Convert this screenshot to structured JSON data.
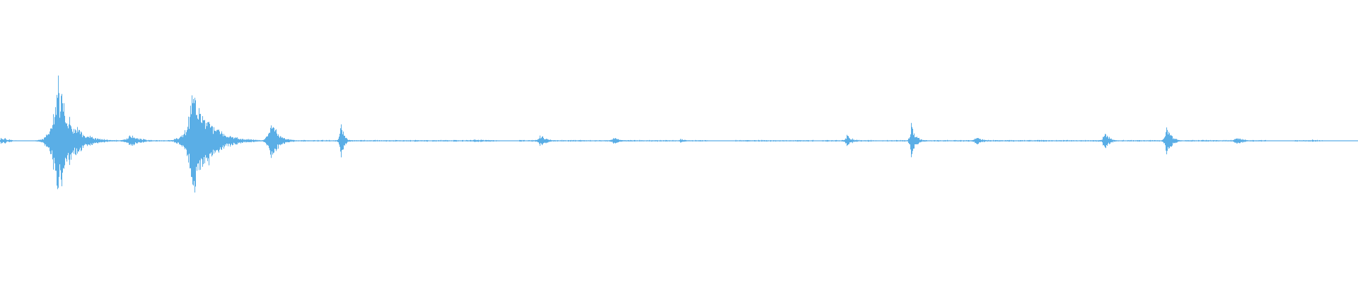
{
  "waveform": {
    "color": "#5aaee6",
    "background": "#ffffff",
    "duration_units": 1920,
    "peak_scale": 1.0,
    "bursts": [
      {
        "t": 2,
        "amp": 0.06,
        "spread": 10
      },
      {
        "t": 80,
        "amp": 1.0,
        "spread": 18
      },
      {
        "t": 183,
        "amp": 0.1,
        "spread": 14
      },
      {
        "t": 273,
        "amp": 0.91,
        "spread": 22
      },
      {
        "t": 382,
        "amp": 0.36,
        "spread": 10
      },
      {
        "t": 481,
        "amp": 0.38,
        "spread": 4
      },
      {
        "t": 670,
        "amp": 0.02,
        "spread": 40
      },
      {
        "t": 763,
        "amp": 0.11,
        "spread": 8
      },
      {
        "t": 868,
        "amp": 0.06,
        "spread": 10
      },
      {
        "t": 962,
        "amp": 0.03,
        "spread": 8
      },
      {
        "t": 1197,
        "amp": 0.09,
        "spread": 8
      },
      {
        "t": 1288,
        "amp": 0.26,
        "spread": 6
      },
      {
        "t": 1380,
        "amp": 0.06,
        "spread": 10
      },
      {
        "t": 1468,
        "amp": 0.02,
        "spread": 6
      },
      {
        "t": 1561,
        "amp": 0.18,
        "spread": 6
      },
      {
        "t": 1649,
        "amp": 0.3,
        "spread": 6
      },
      {
        "t": 1748,
        "amp": 0.06,
        "spread": 10
      },
      {
        "t": 1855,
        "amp": 0.02,
        "spread": 6
      }
    ],
    "silent_gaps": [
      [
        12,
        66
      ],
      [
        100,
        140
      ],
      [
        200,
        208
      ],
      [
        402,
        410
      ],
      [
        700,
        734
      ],
      [
        1002,
        1036
      ],
      [
        1150,
        1160
      ],
      [
        1790,
        1830
      ],
      [
        1870,
        1920
      ]
    ],
    "noise_floor": 0.008
  }
}
